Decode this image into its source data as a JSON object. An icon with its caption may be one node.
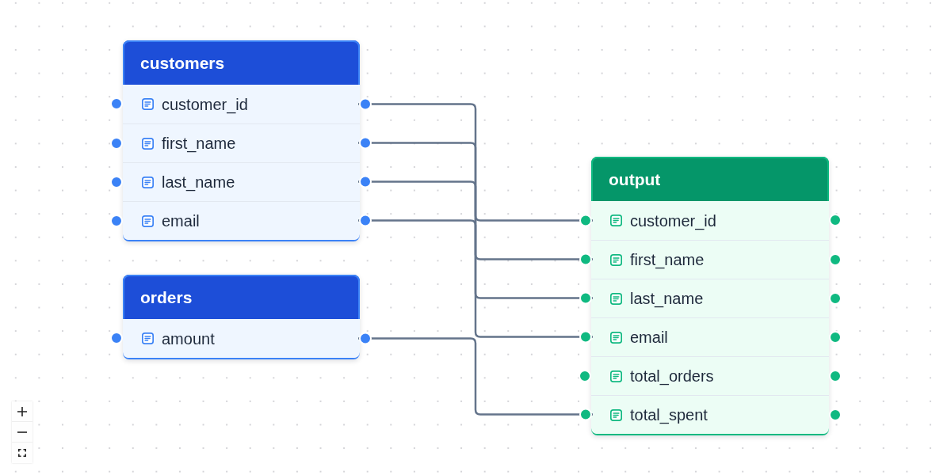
{
  "diagram": {
    "nodes": [
      {
        "text": [
          "customers"
        ]
      },
      {
        "text": [
          "customer_id"
        ],
        "in": 0
      },
      {
        "text": [
          "first_name"
        ],
        "in": 0
      },
      {
        "text": [
          "last_name"
        ],
        "in": 0
      },
      {
        "text": [
          "email"
        ],
        "in": 0
      },
      {
        "text": [
          "orders"
        ]
      },
      {
        "text": [
          "amount"
        ],
        "in": 5
      },
      {
        "text": [
          "output"
        ]
      },
      {
        "text": [
          "customer_id"
        ],
        "in": 7
      },
      {
        "text": [
          "first_name"
        ],
        "in": 7
      },
      {
        "text": [
          "last_name"
        ],
        "in": 7
      },
      {
        "text": [
          "email"
        ],
        "in": 7
      },
      {
        "text": [
          "total_orders"
        ],
        "in": 7
      },
      {
        "text": [
          "total_spent"
        ],
        "in": 7
      }
    ],
    "edges": [
      {
        "from": 1,
        "to": 8,
        "arrow": "other"
      },
      {
        "from": 2,
        "to": 9,
        "arrow": "other"
      },
      {
        "from": 3,
        "to": 10,
        "arrow": "other"
      },
      {
        "from": 4,
        "to": 11,
        "arrow": "other"
      },
      {
        "from": 6,
        "to": 13,
        "arrow": "other"
      }
    ]
  }
}
